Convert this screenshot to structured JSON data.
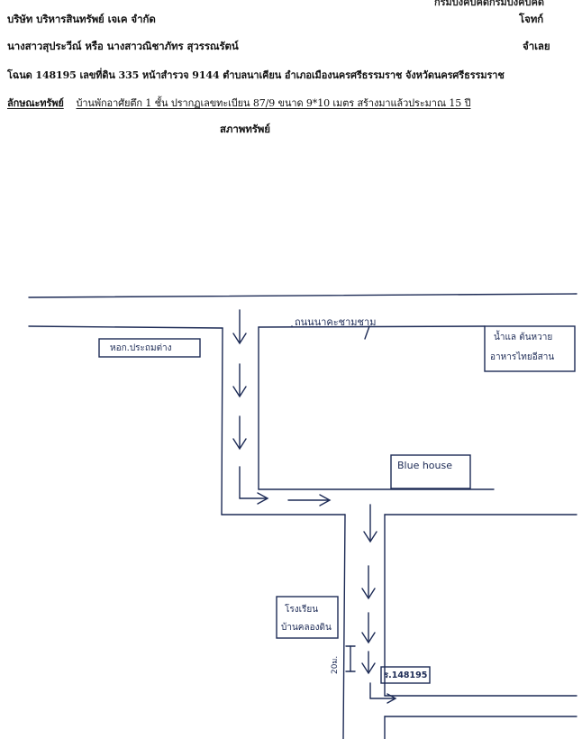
{
  "header": {
    "cut_text": "กรมบังคับคดีกรมบังคับคดี",
    "company": "บริษัท บริหารสินทรัพย์ เจเค จำกัด",
    "plaintiff_label": "โจทก์",
    "defendants": "นางสาวสุประวีณ์ หรือ นางสาวณิชาภัทร สุวรรณรัตน์",
    "defendant_label": "จำเลย",
    "deed_line": "โฉนด 148195 เลขที่ดิน 335 หน้าสำรวจ 9144 ตำบลนาเคียน อำเภอเมืองนครศรีธรรมราช จังหวัดนครศรีธรรมราช",
    "property_label": "ลักษณะทรัพย์",
    "property_desc": "บ้านพักอาศัยตึก 1 ชั้น ปรากฏเลขทะเบียน 87/9 ขนาด 9*10 เมตร สร้างมาแล้วประมาณ 15 ปี",
    "property_condition": "สภาพทรัพย์"
  },
  "map": {
    "road_label": "ถนนนาคะชามชาม",
    "left_box": "หอก.ประถมต่าง",
    "right_box_line1": "น้ำแล ต้นหวาย",
    "right_box_line2": "อาหารไทยอีสาน",
    "blue_house": "Blue house",
    "school_line1": "โรงเรียน",
    "school_line2": "บ้านคลองดิน",
    "distance": "20ม.",
    "plot_label": "ร.148195",
    "colors": {
      "ink": "#1c2a55",
      "text": "#111111"
    }
  }
}
